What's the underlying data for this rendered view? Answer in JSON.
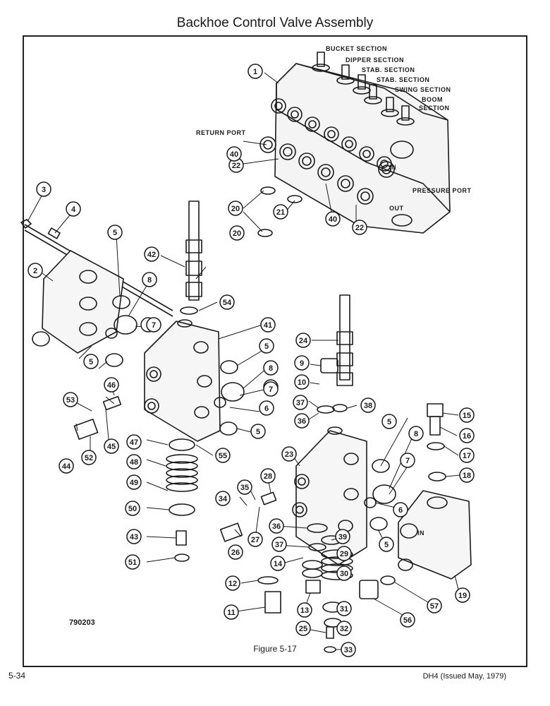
{
  "header": {
    "title": "Backhoe Control Valve Assembly"
  },
  "assembly_labels": {
    "bucket": "BUCKET SECTION",
    "dipper": "DIPPER SECTION",
    "stab1": "STAB. SECTION",
    "stab2": "STAB. SECTION",
    "swing": "SWING SECTION",
    "boom1": "BOOM",
    "boom2": "SECTION",
    "return_port": "RETURN PORT",
    "pressure_port": "PRESSURE PORT",
    "in_mark": "IN",
    "out_mark": "OUT",
    "in_mark2": "IN"
  },
  "callouts": [
    "1",
    "2",
    "3",
    "4",
    "5",
    "5",
    "5",
    "5",
    "5",
    "5",
    "5",
    "6",
    "6",
    "6",
    "7",
    "7",
    "7",
    "8",
    "8",
    "8",
    "9",
    "10",
    "11",
    "12",
    "13",
    "14",
    "15",
    "16",
    "17",
    "18",
    "19",
    "20",
    "20",
    "21",
    "22",
    "22",
    "23",
    "24",
    "25",
    "26",
    "27",
    "28",
    "29",
    "30",
    "31",
    "32",
    "33",
    "34",
    "35",
    "36",
    "36",
    "37",
    "37",
    "38",
    "39",
    "40",
    "40",
    "41",
    "42",
    "43",
    "44",
    "45",
    "46",
    "47",
    "48",
    "49",
    "50",
    "51",
    "52",
    "53",
    "54",
    "55",
    "56",
    "57"
  ],
  "footer": {
    "drawing_number": "790203",
    "figure_caption": "Figure 5-17",
    "page_number": "5-34",
    "doc_id": "DH4 (Issued May, 1979)"
  },
  "colors": {
    "ink": "#1a1a1a",
    "paper": "#ffffff"
  }
}
